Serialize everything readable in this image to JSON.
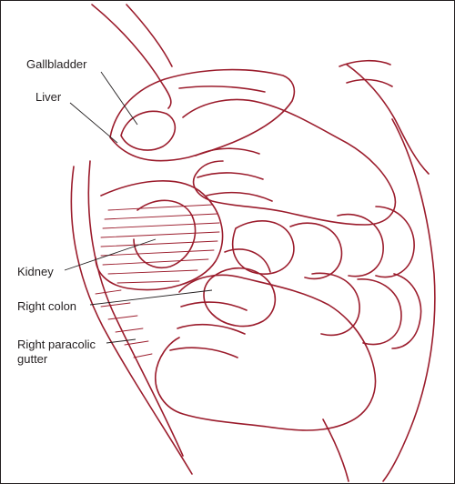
{
  "colors": {
    "line": "#9b1c2c",
    "leader": "#231f20",
    "text": "#231f20",
    "background": "#ffffff"
  },
  "labels": {
    "gallbladder": "Gallbladder",
    "liver": "Liver",
    "kidney": "Kidney",
    "right_colon": "Right colon",
    "paracolic_gutter": "Right paracolic\ngutter"
  }
}
